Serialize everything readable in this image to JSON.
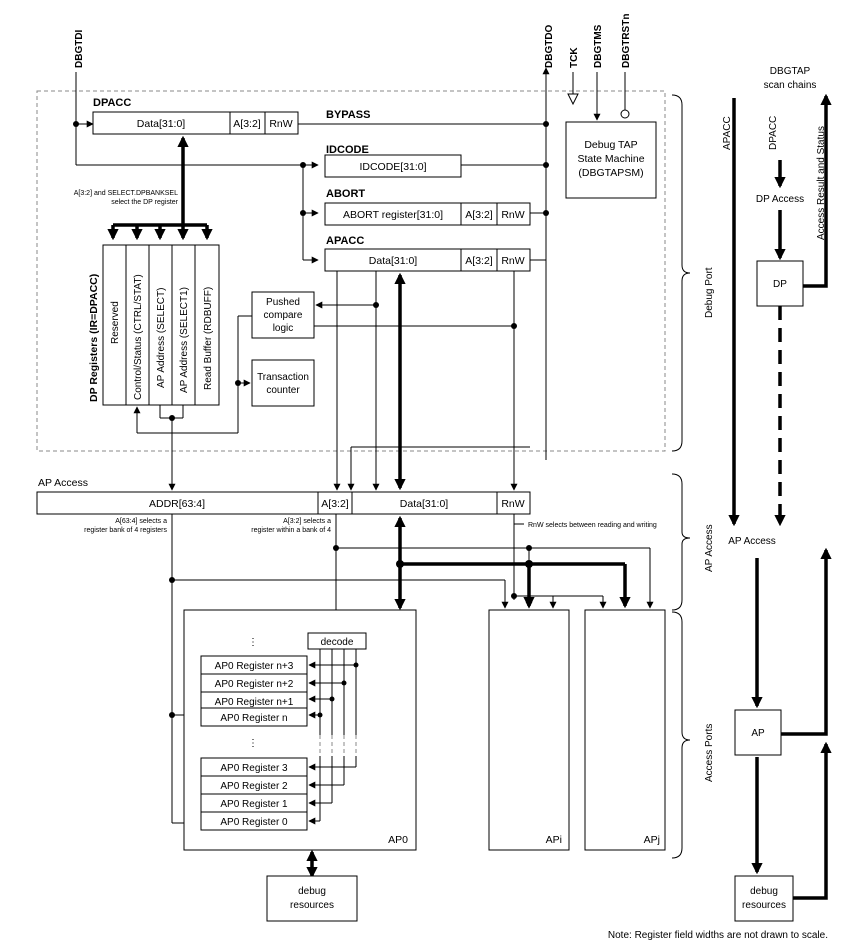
{
  "signals": {
    "dbgtdi": "DBGTDI",
    "dbgtdo": "DBGTDO",
    "tck": "TCK",
    "dbgtms": "DBGTMS",
    "dbgtrstn": "DBGTRSTn"
  },
  "dpacc": {
    "title": "DPACC",
    "data": "Data[31:0]",
    "addr": "A[3:2]",
    "rnw": "RnW"
  },
  "bypass": "BYPASS",
  "idcode": {
    "title": "IDCODE",
    "field": "IDCODE[31:0]"
  },
  "abort": {
    "title": "ABORT",
    "field": "ABORT register[31:0]",
    "addr": "A[3:2]",
    "rnw": "RnW"
  },
  "apacc": {
    "title": "APACC",
    "data": "Data[31:0]",
    "addr": "A[3:2]",
    "rnw": "RnW"
  },
  "tap": {
    "line1": "Debug TAP",
    "line2": "State Machine",
    "line3": "(DBGTAPSM)"
  },
  "select_note": {
    "line1": "A[3:2] and SELECT.DPBANKSEL",
    "line2": "select the DP register"
  },
  "dp_registers": {
    "title": "DP Registers (IR=DPACC)",
    "items": [
      "Reserved",
      "Control/Status (CTRL/STAT)",
      "AP Address (SELECT)",
      "AP Address (SELECT1)",
      "Read Buffer (RDBUFF)"
    ]
  },
  "pushed": {
    "line1": "Pushed",
    "line2": "compare",
    "line3": "logic"
  },
  "transaction": {
    "line1": "Transaction",
    "line2": "counter"
  },
  "debug_port_label": "Debug Port",
  "ap_access": {
    "title": "AP Access",
    "addr": "ADDR[63:4]",
    "a32": "A[3:2]",
    "data": "Data[31:0]",
    "rnw": "RnW",
    "note_addr": [
      "A[63:4] selects a",
      "register bank of 4 registers"
    ],
    "note_a32": [
      "A[3:2] selects a",
      "register within a bank of 4"
    ],
    "note_rnw": "RnW selects between reading and writing"
  },
  "ap_access_label": "AP Access",
  "access_ports_label": "Access Ports",
  "ap0": {
    "name": "AP0",
    "decode": "decode",
    "ellipsis": "⋮",
    "regs_top": [
      "AP0 Register n+3",
      "AP0 Register n+2",
      "AP0 Register n+1",
      "AP0 Register n"
    ],
    "regs_bottom": [
      "AP0 Register 3",
      "AP0 Register 2",
      "AP0 Register 1",
      "AP0 Register 0"
    ]
  },
  "api_a": "APi",
  "api_b": "APj",
  "debug_resources": {
    "line1": "debug",
    "line2": "resources"
  },
  "overview": {
    "dbgtap": "DBGTAP",
    "scan": "scan chains",
    "apacc": "APACC",
    "dpacc": "DPACC",
    "dp_access": "DP Access",
    "result": "Access Result and Status",
    "dp": "DP",
    "ap_access": "AP Access",
    "ap": "AP",
    "debug": "debug",
    "resources": "resources"
  },
  "note": "Note: Register field widths are not drawn  to scale."
}
